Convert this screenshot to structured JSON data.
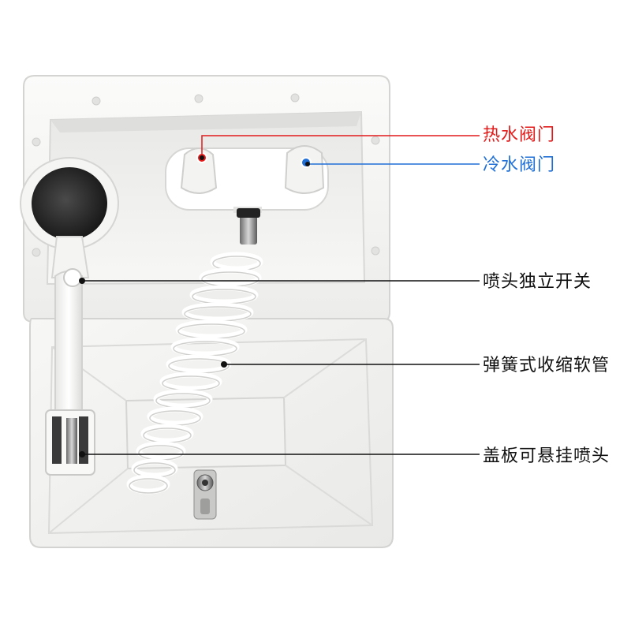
{
  "callouts": {
    "hot_valve": "热水阀门",
    "cold_valve": "冷水阀门",
    "shower_switch": "喷头独立开关",
    "spring_hose": "弹簧式收缩软管",
    "cover_hanger": "盖板可悬挂喷头"
  },
  "colors": {
    "hot": "#e31a1a",
    "cold": "#1f6fd6",
    "leader": "#111111",
    "plastic": "#f4f4f2"
  }
}
